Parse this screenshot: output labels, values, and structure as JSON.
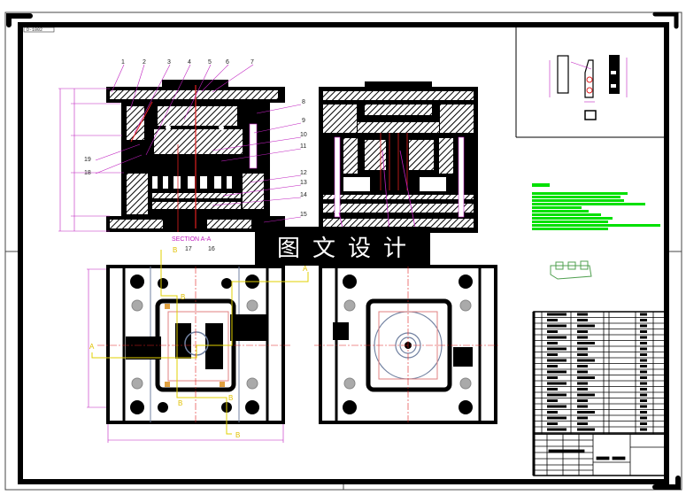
{
  "drawing": {
    "code": "D-1002",
    "section_title": "SECTION A-A",
    "watermark": "图文设计",
    "part_numbers_top": [
      "1",
      "2",
      "3",
      "4",
      "5",
      "6",
      "7"
    ],
    "part_numbers_right": [
      "8",
      "9",
      "10",
      "11",
      "12",
      "13",
      "14",
      "15"
    ],
    "part_numbers_left": [
      "19",
      "18"
    ],
    "part_numbers_bottom": [
      "17",
      "16"
    ],
    "section_markers": [
      "A",
      "A",
      "B",
      "B",
      "B",
      "B",
      "B"
    ],
    "colors": {
      "outline": "#000000",
      "dimension": "#c020c0",
      "centerline": "#e02020",
      "cutting_plane": "#e0d000",
      "notes": "#00e000",
      "cooling": "#7080a0"
    }
  }
}
